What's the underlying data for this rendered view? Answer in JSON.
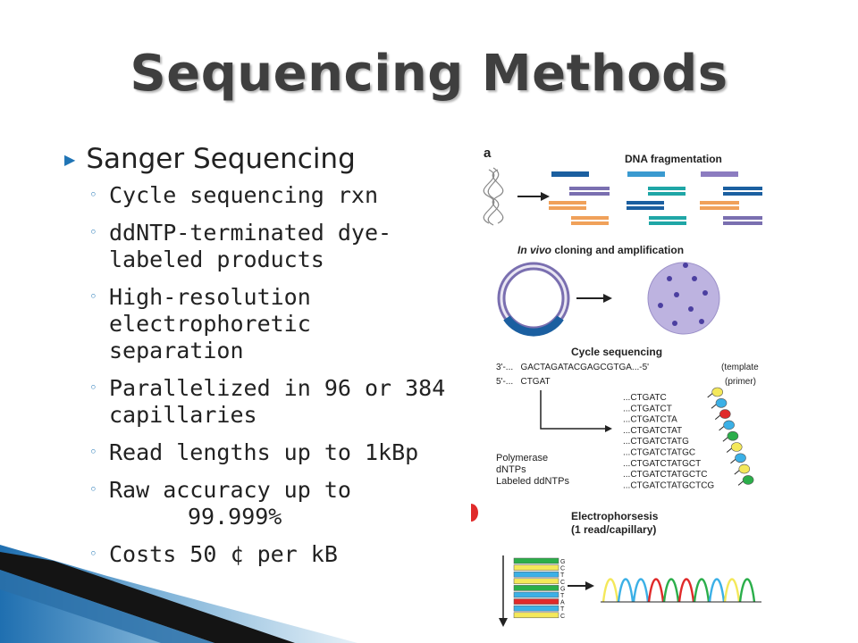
{
  "slide": {
    "title": "Sequencing Methods",
    "main_bullet": "Sanger Sequencing",
    "sub_bullets": [
      {
        "text": "Cycle sequencing rxn"
      },
      {
        "text": "ddNTP-terminated dye- labeled products"
      },
      {
        "text": "High-resolution electrophoretic separation"
      },
      {
        "text": "Parallelized in 96 or 384 capillaries"
      },
      {
        "text": "Read lengths up to 1kBp"
      },
      {
        "line1": "Raw accuracy up to",
        "line2": "99.999%"
      },
      {
        "text": "Costs 50 ¢ per kB"
      }
    ]
  },
  "figure": {
    "panel_a_letter": "a",
    "dna_fragmentation": "DNA fragmentation",
    "in_vivo_in": "In vivo",
    "in_vivo_rest": " cloning and amplification",
    "cycle_sequencing": "Cycle sequencing",
    "template_label": "3'-...   GACTAGATACGAGCGTGA...-5'",
    "template_tag": "(template",
    "primer_label": "5'-...   CTGAT",
    "primer_tag": "(primer)",
    "products": [
      "...CTGATC",
      "...CTGATCT",
      "...CTGATCTA",
      "...CTGATCTAT",
      "...CTGATCTATG",
      "...CTGATCTATGC",
      "...CTGATCTATGCT",
      "...CTGATCTATGCTC",
      "...CTGATCTATGCTCG"
    ],
    "reagents": [
      "Polymerase",
      "dNTPs",
      "Labeled ddNTPs"
    ],
    "electrophoresis": "Electrophorsesis",
    "electrophoresis_sub": "(1 read/capillary)",
    "ladder_bases": [
      "G",
      "C",
      "T",
      "C",
      "G",
      "T",
      "A",
      "T",
      "C"
    ],
    "colors": {
      "green": "#2bae4a",
      "blue": "#3bb0e6",
      "red": "#e02a2a",
      "yellow": "#f4e85a",
      "teal": "#1fa6a6",
      "purple": "#7a6fb0",
      "orange": "#f0a15a",
      "navy": "#1b5fa0",
      "accent": "#1f74b5"
    }
  }
}
